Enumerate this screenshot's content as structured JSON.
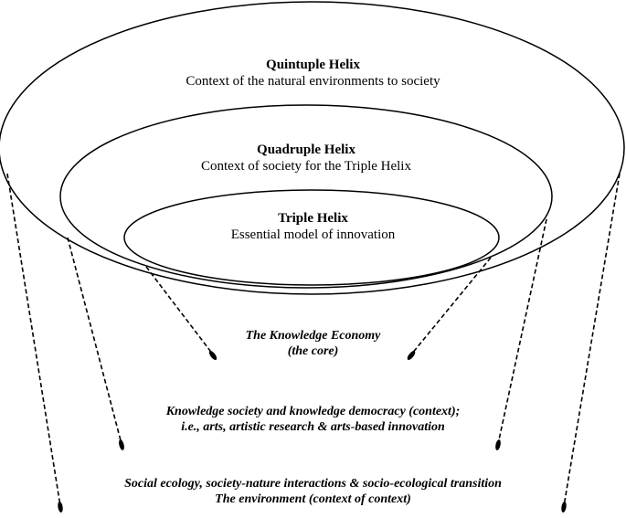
{
  "quintuple": {
    "title": "Quintuple Helix",
    "subtitle": "Context of the natural environments to society"
  },
  "quadruple": {
    "title": "Quadruple Helix",
    "subtitle": "Context of society for the Triple Helix"
  },
  "triple": {
    "title": "Triple Helix",
    "subtitle": "Essential model of innovation"
  },
  "levels": {
    "core_line1": "The Knowledge Economy",
    "core_line2": "(the core)",
    "context_line1": "Knowledge society and knowledge democracy (context);",
    "context_line2": "i.e., arts, artistic research & arts-based innovation",
    "environment_line1": "Social ecology, society-nature interactions & socio-ecological transition",
    "environment_line2": "The environment (context of context)"
  }
}
